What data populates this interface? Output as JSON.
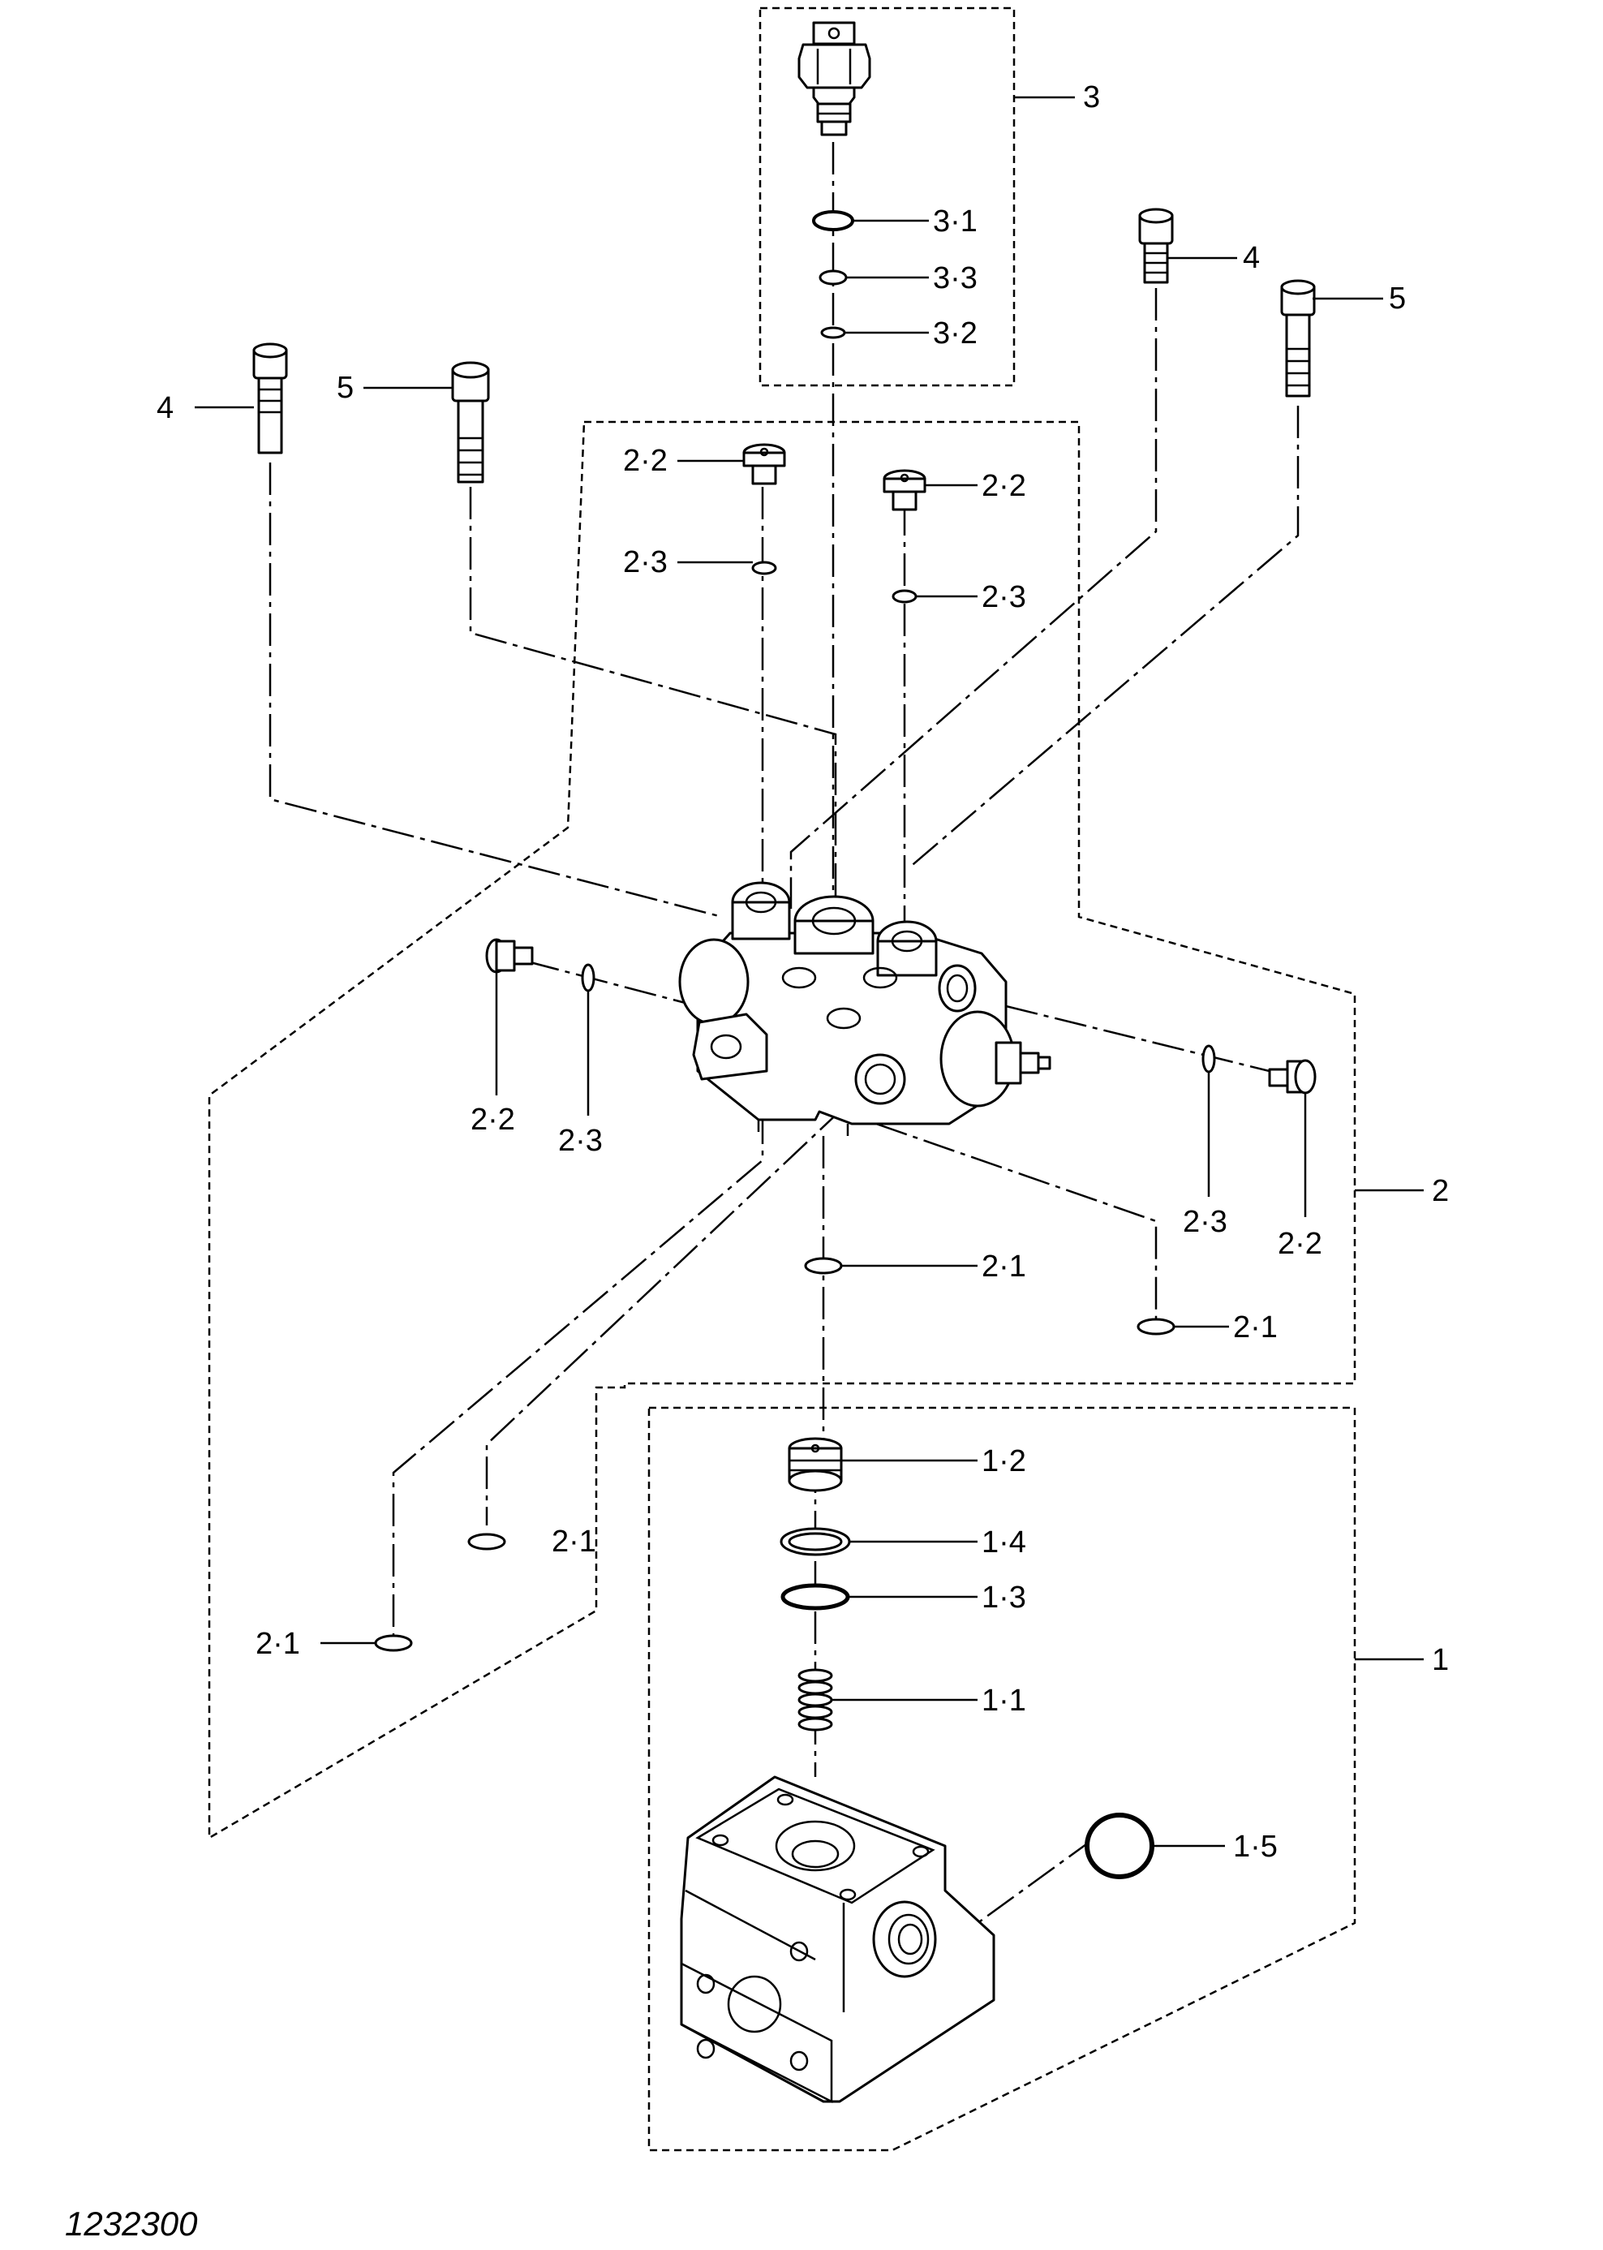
{
  "figure_number": "1232300",
  "callouts": {
    "c3": "3",
    "c3_1": "3·1",
    "c3_3": "3·3",
    "c3_2": "3·2",
    "c4_right": "4",
    "c5_right": "5",
    "c4_left": "4",
    "c5_left": "5",
    "c2_2_top_left": "2·2",
    "c2_2_top_right": "2·2",
    "c2_3_top_left": "2·3",
    "c2_3_top_right": "2·3",
    "c2_2_mid_left": "2·2",
    "c2_3_mid_left": "2·3",
    "c2_3_mid_right": "2·3",
    "c2_2_mid_right": "2·2",
    "c2": "2",
    "c2_1_center": "2·1",
    "c2_1_right": "2·1",
    "c2_1_lower_mid": "2·1",
    "c2_1_lower_left": "2·1",
    "c1_2": "1·2",
    "c1_4": "1·4",
    "c1_3": "1·3",
    "c1": "1",
    "c1_1": "1·1",
    "c1_5": "1·5"
  }
}
